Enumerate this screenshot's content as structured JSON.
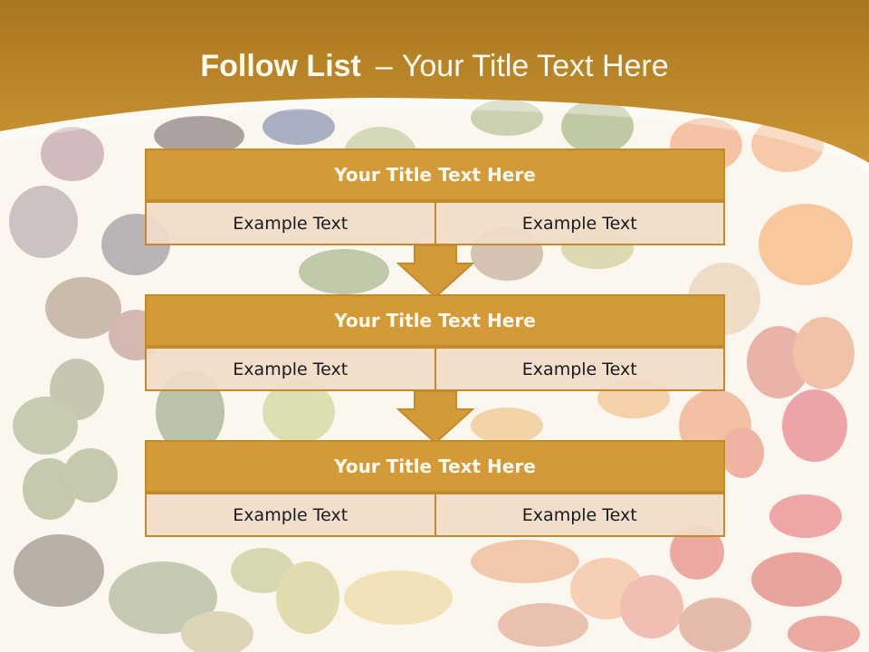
{
  "title": {
    "bold": "Follow List",
    "dash": "–",
    "rest": "Your Title Text Here"
  },
  "colors": {
    "header_gold": "#c8922f",
    "header_dark": "#a8761e",
    "box_fill": "#d49a38",
    "box_border": "#c48a2a",
    "cell_fill": "#f0dcc8",
    "page_bg": "#fbf7ee"
  },
  "blocks": [
    {
      "title": "Your Title Text Here",
      "cells": [
        "Example Text",
        "Example Text"
      ]
    },
    {
      "title": "Your Title Text Here",
      "cells": [
        "Example Text",
        "Example Text"
      ]
    },
    {
      "title": "Your Title Text Here",
      "cells": [
        "Example Text",
        "Example Text"
      ]
    }
  ],
  "icons": [
    "down-arrow-icon",
    "down-arrow-icon"
  ]
}
